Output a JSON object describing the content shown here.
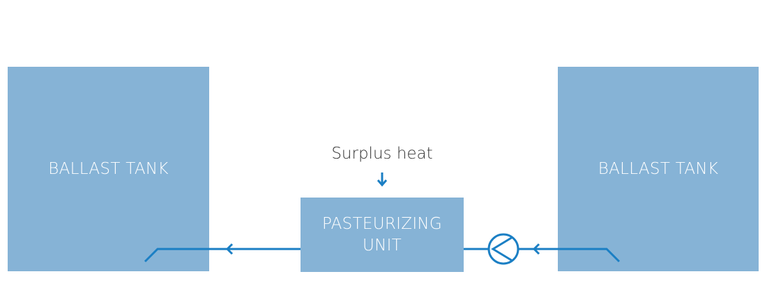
{
  "diagram": {
    "left_tank": {
      "label": "BALLAST TANK"
    },
    "right_tank": {
      "label": "BALLAST TANK"
    },
    "unit": {
      "line1": "PASTEURIZING",
      "line2": "UNIT"
    },
    "heat_input": {
      "label": "Surplus heat"
    },
    "colors": {
      "tank": "#86b3d6",
      "pipe": "#1b7fc4",
      "box_text": "#ffffff",
      "label_text": "#333333"
    },
    "icons": [
      "pump-icon",
      "flow-arrow-icon",
      "heat-arrow-icon"
    ]
  }
}
